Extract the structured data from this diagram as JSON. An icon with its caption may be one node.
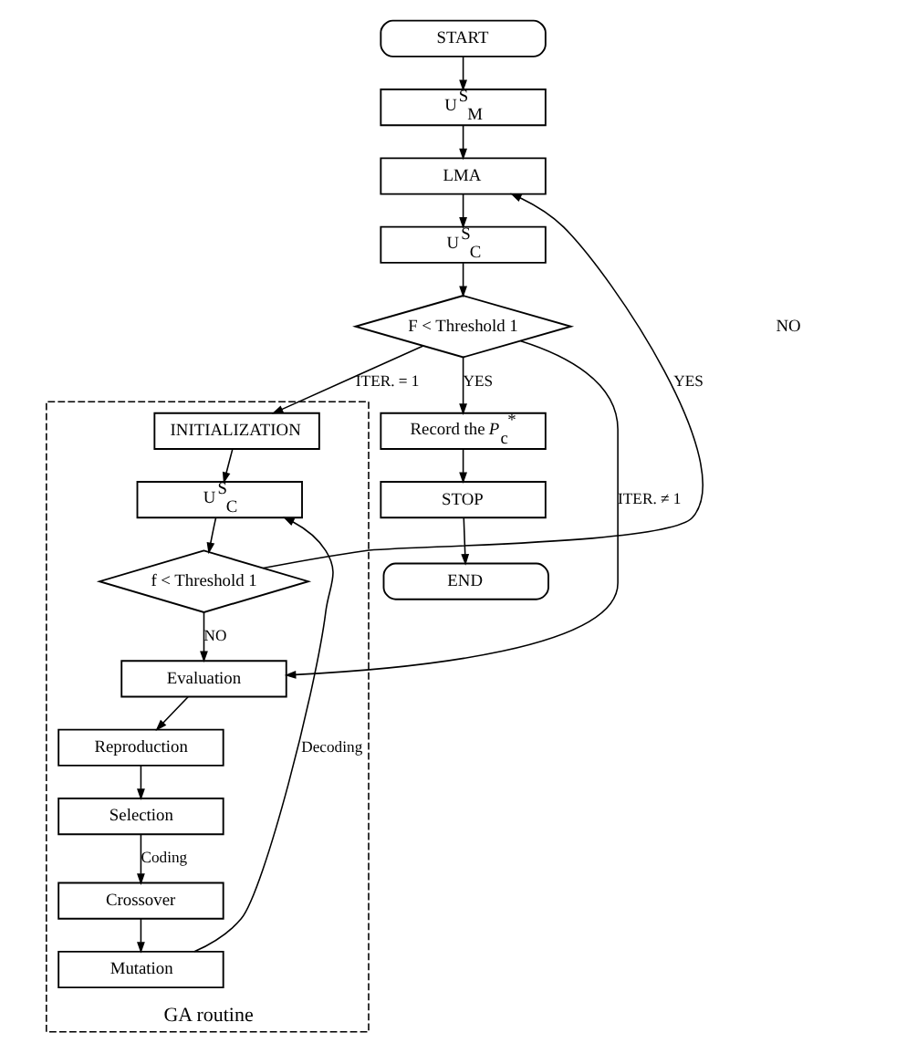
{
  "diagram": {
    "nodes": [
      {
        "text": [
          "START"
        ]
      },
      {
        "text": [
          "U$^{S}$$_{M}$"
        ]
      },
      {
        "text": [
          "LMA"
        ]
      },
      {
        "text": [
          "U$^{S}$$_{C}$"
        ]
      },
      {
        "text": [
          "F < Threshold 1"
        ]
      },
      {
        "text": [
          "Record the *P*$_{c}$$^{*}$"
        ]
      },
      {
        "text": [
          "STOP"
        ]
      },
      {
        "text": [
          "END"
        ]
      },
      {
        "text": [
          "GA routine"
        ]
      },
      {
        "text": [
          "INITIALIZATION"
        ],
        "in": 8
      },
      {
        "text": [
          "U$^{S}$$_{C}$"
        ],
        "in": 8
      },
      {
        "text": [
          "f < Threshold 1"
        ],
        "in": 8
      },
      {
        "text": [
          "Evaluation"
        ],
        "in": 8
      },
      {
        "text": [
          "Reproduction"
        ],
        "in": 8
      },
      {
        "text": [
          "Selection"
        ],
        "in": 8
      },
      {
        "text": [
          "Crossover"
        ],
        "in": 8
      },
      {
        "text": [
          "Mutation"
        ],
        "in": 8
      }
    ],
    "edges": [
      {
        "from": 0,
        "to": 1,
        "arrow": "to"
      },
      {
        "from": 1,
        "to": 2,
        "arrow": "to"
      },
      {
        "from": 2,
        "to": 3,
        "arrow": "to"
      },
      {
        "from": 3,
        "to": 4,
        "arrow": "to"
      },
      {
        "from": 4,
        "to": 5,
        "arrow": "to",
        "label": "YES"
      },
      {
        "from": 5,
        "to": 6,
        "arrow": "to"
      },
      {
        "from": 6,
        "to": 7,
        "arrow": "to"
      },
      {
        "from": 4,
        "to": 9,
        "arrow": "to",
        "label": "ITER. = 1"
      },
      {
        "from": 4,
        "to": 12,
        "arrow": "to",
        "label": "ITER. ≠ 1"
      },
      {
        "from": 9,
        "to": 10,
        "arrow": "to"
      },
      {
        "from": 10,
        "to": 11,
        "arrow": "to"
      },
      {
        "from": 11,
        "to": 2,
        "arrow": "to",
        "label": "YES"
      },
      {
        "from": 11,
        "to": 12,
        "arrow": "to",
        "label": "NO"
      },
      {
        "from": 12,
        "to": 13,
        "arrow": "to"
      },
      {
        "from": 13,
        "to": 14,
        "arrow": "to"
      },
      {
        "from": 14,
        "to": 15,
        "arrow": "to",
        "label": "Coding"
      },
      {
        "from": 15,
        "to": 16,
        "arrow": "to"
      },
      {
        "from": 16,
        "to": 10,
        "arrow": "to",
        "label": "Decoding"
      }
    ],
    "labels": [
      "NO"
    ]
  }
}
